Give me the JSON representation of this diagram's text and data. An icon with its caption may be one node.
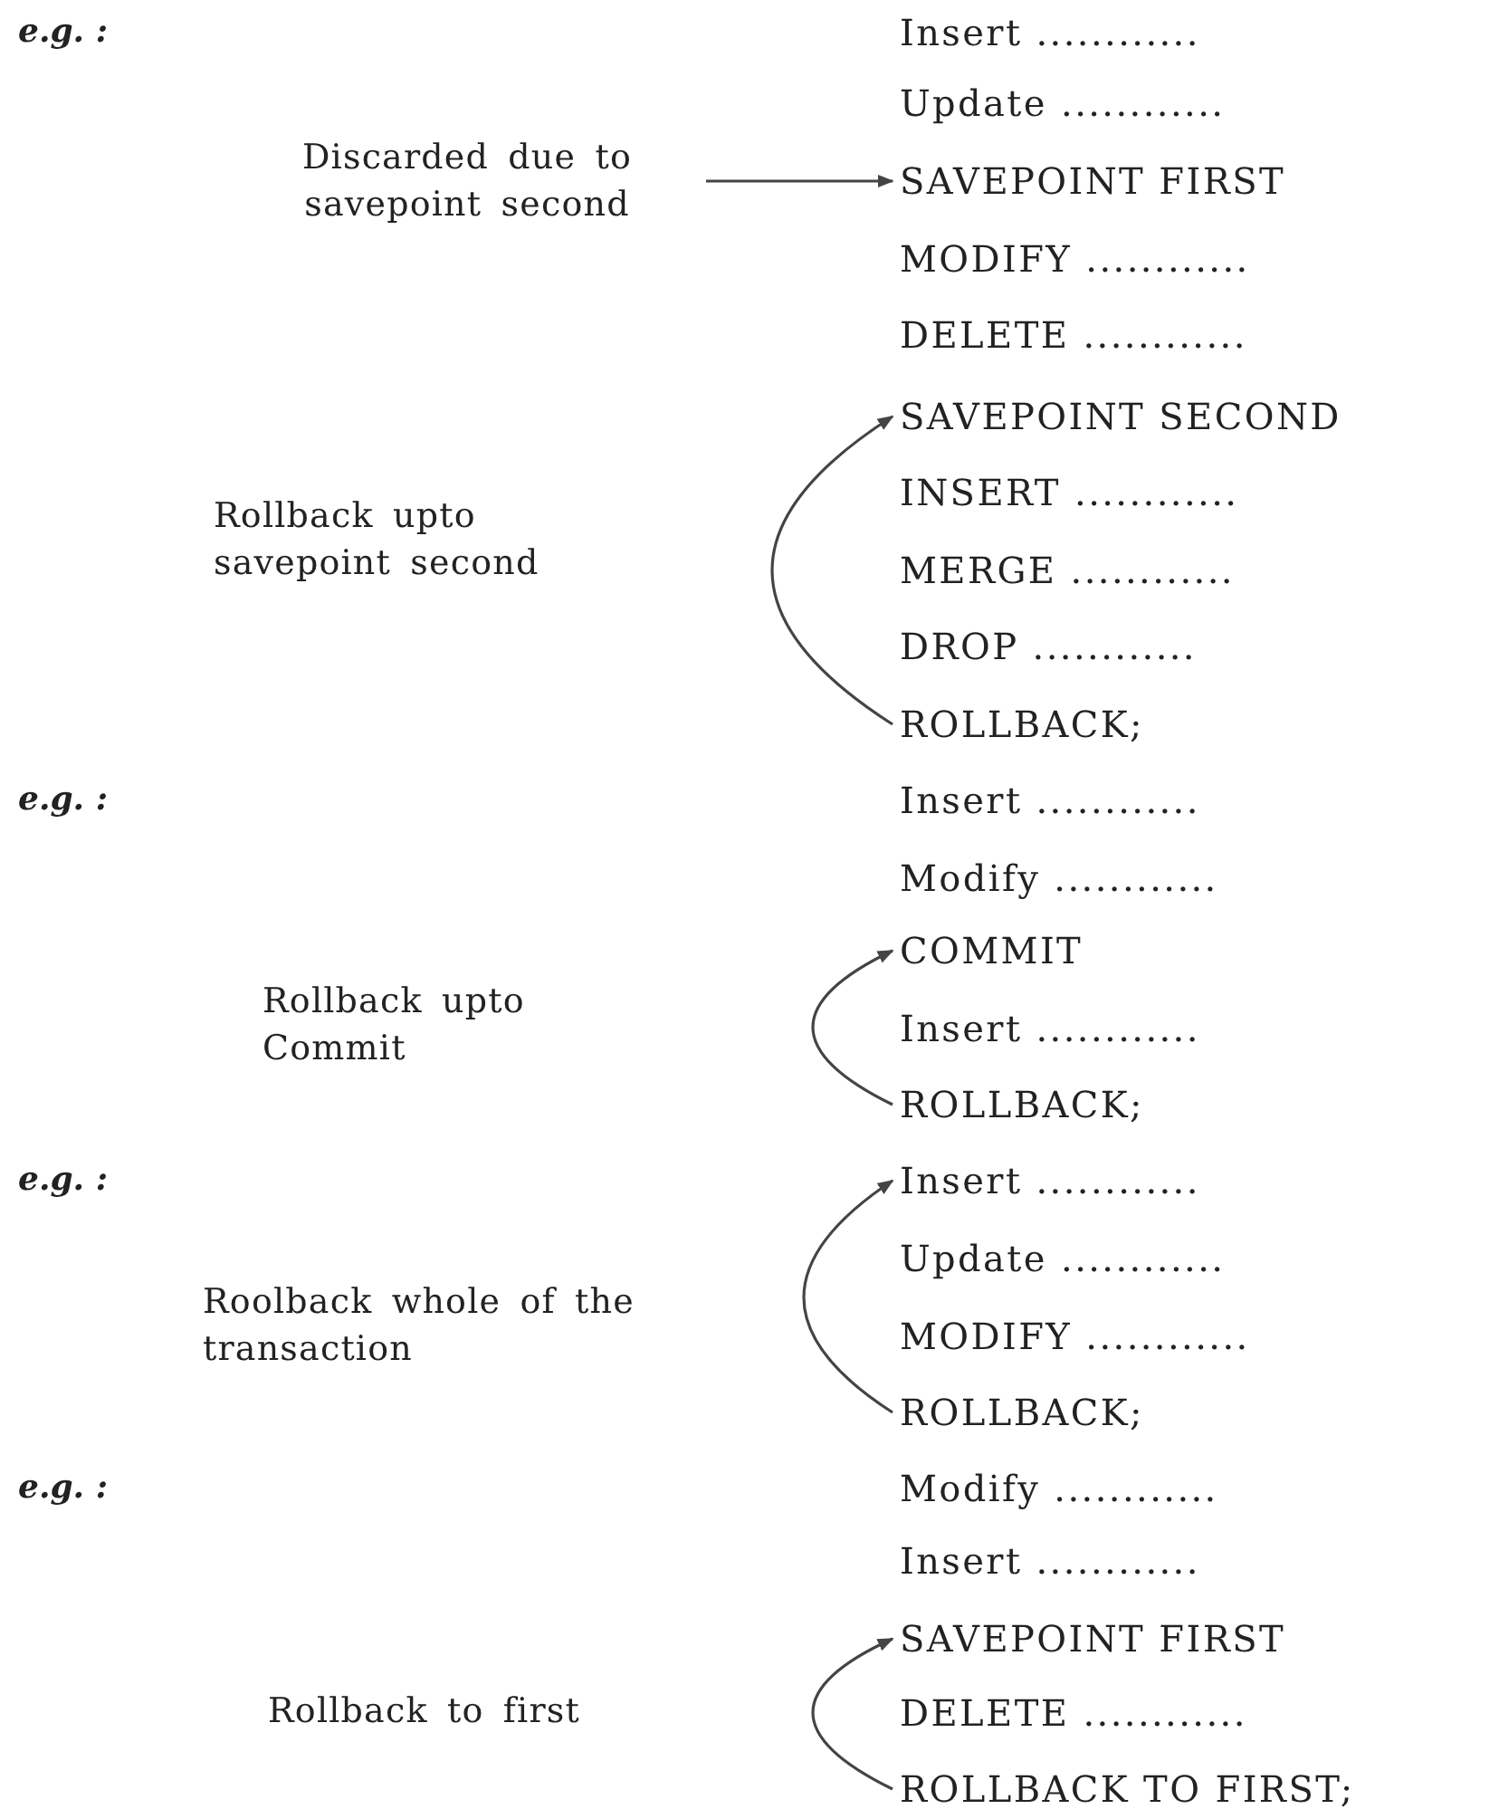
{
  "diagram": {
    "nodes": [
      {
        "text": [
          "Insert ............"
        ]
      },
      {
        "text": [
          "Update ............"
        ]
      },
      {
        "text": [
          "Discarded due to savepoint second"
        ]
      },
      {
        "text": [
          "SAVEPOINT FIRST"
        ]
      },
      {
        "text": [
          "MODIFY ............"
        ]
      },
      {
        "text": [
          "DELETE ............"
        ]
      },
      {
        "text": [
          "SAVEPOINT SECOND"
        ]
      },
      {
        "text": [
          "INSERT ............"
        ]
      },
      {
        "text": [
          "MERGE ............"
        ]
      },
      {
        "text": [
          "DROP ............"
        ]
      },
      {
        "text": [
          "ROLLBACK;"
        ]
      },
      {
        "text": [
          "Insert ............"
        ]
      },
      {
        "text": [
          "Modify ............"
        ]
      },
      {
        "text": [
          "COMMIT"
        ]
      },
      {
        "text": [
          "Insert ............"
        ]
      },
      {
        "text": [
          "ROLLBACK;"
        ]
      },
      {
        "text": [
          "Insert ............"
        ]
      },
      {
        "text": [
          "Update ............"
        ]
      },
      {
        "text": [
          "MODIFY ............"
        ]
      },
      {
        "text": [
          "ROLLBACK;"
        ]
      },
      {
        "text": [
          "Modify ............"
        ]
      },
      {
        "text": [
          "Insert ............"
        ]
      },
      {
        "text": [
          "SAVEPOINT FIRST"
        ]
      },
      {
        "text": [
          "DELETE ............"
        ]
      },
      {
        "text": [
          "ROLLBACK TO FIRST;"
        ]
      }
    ],
    "edges": [
      {
        "from": 2,
        "to": 3,
        "arrow": "to"
      },
      {
        "from": 10,
        "to": 6,
        "arrow": "to"
      },
      {
        "from": 15,
        "to": 13,
        "arrow": "to"
      },
      {
        "from": 19,
        "to": 16,
        "arrow": "to"
      },
      {
        "from": 24,
        "to": 22,
        "arrow": "to"
      }
    ],
    "labels": [
      "e.g. :",
      "Rollback upto savepoint second",
      "e.g. :",
      "Rollback upto Commit",
      "e.g. :",
      "Roolback whole of the transaction",
      "e.g. :",
      "Rollback to first"
    ]
  }
}
